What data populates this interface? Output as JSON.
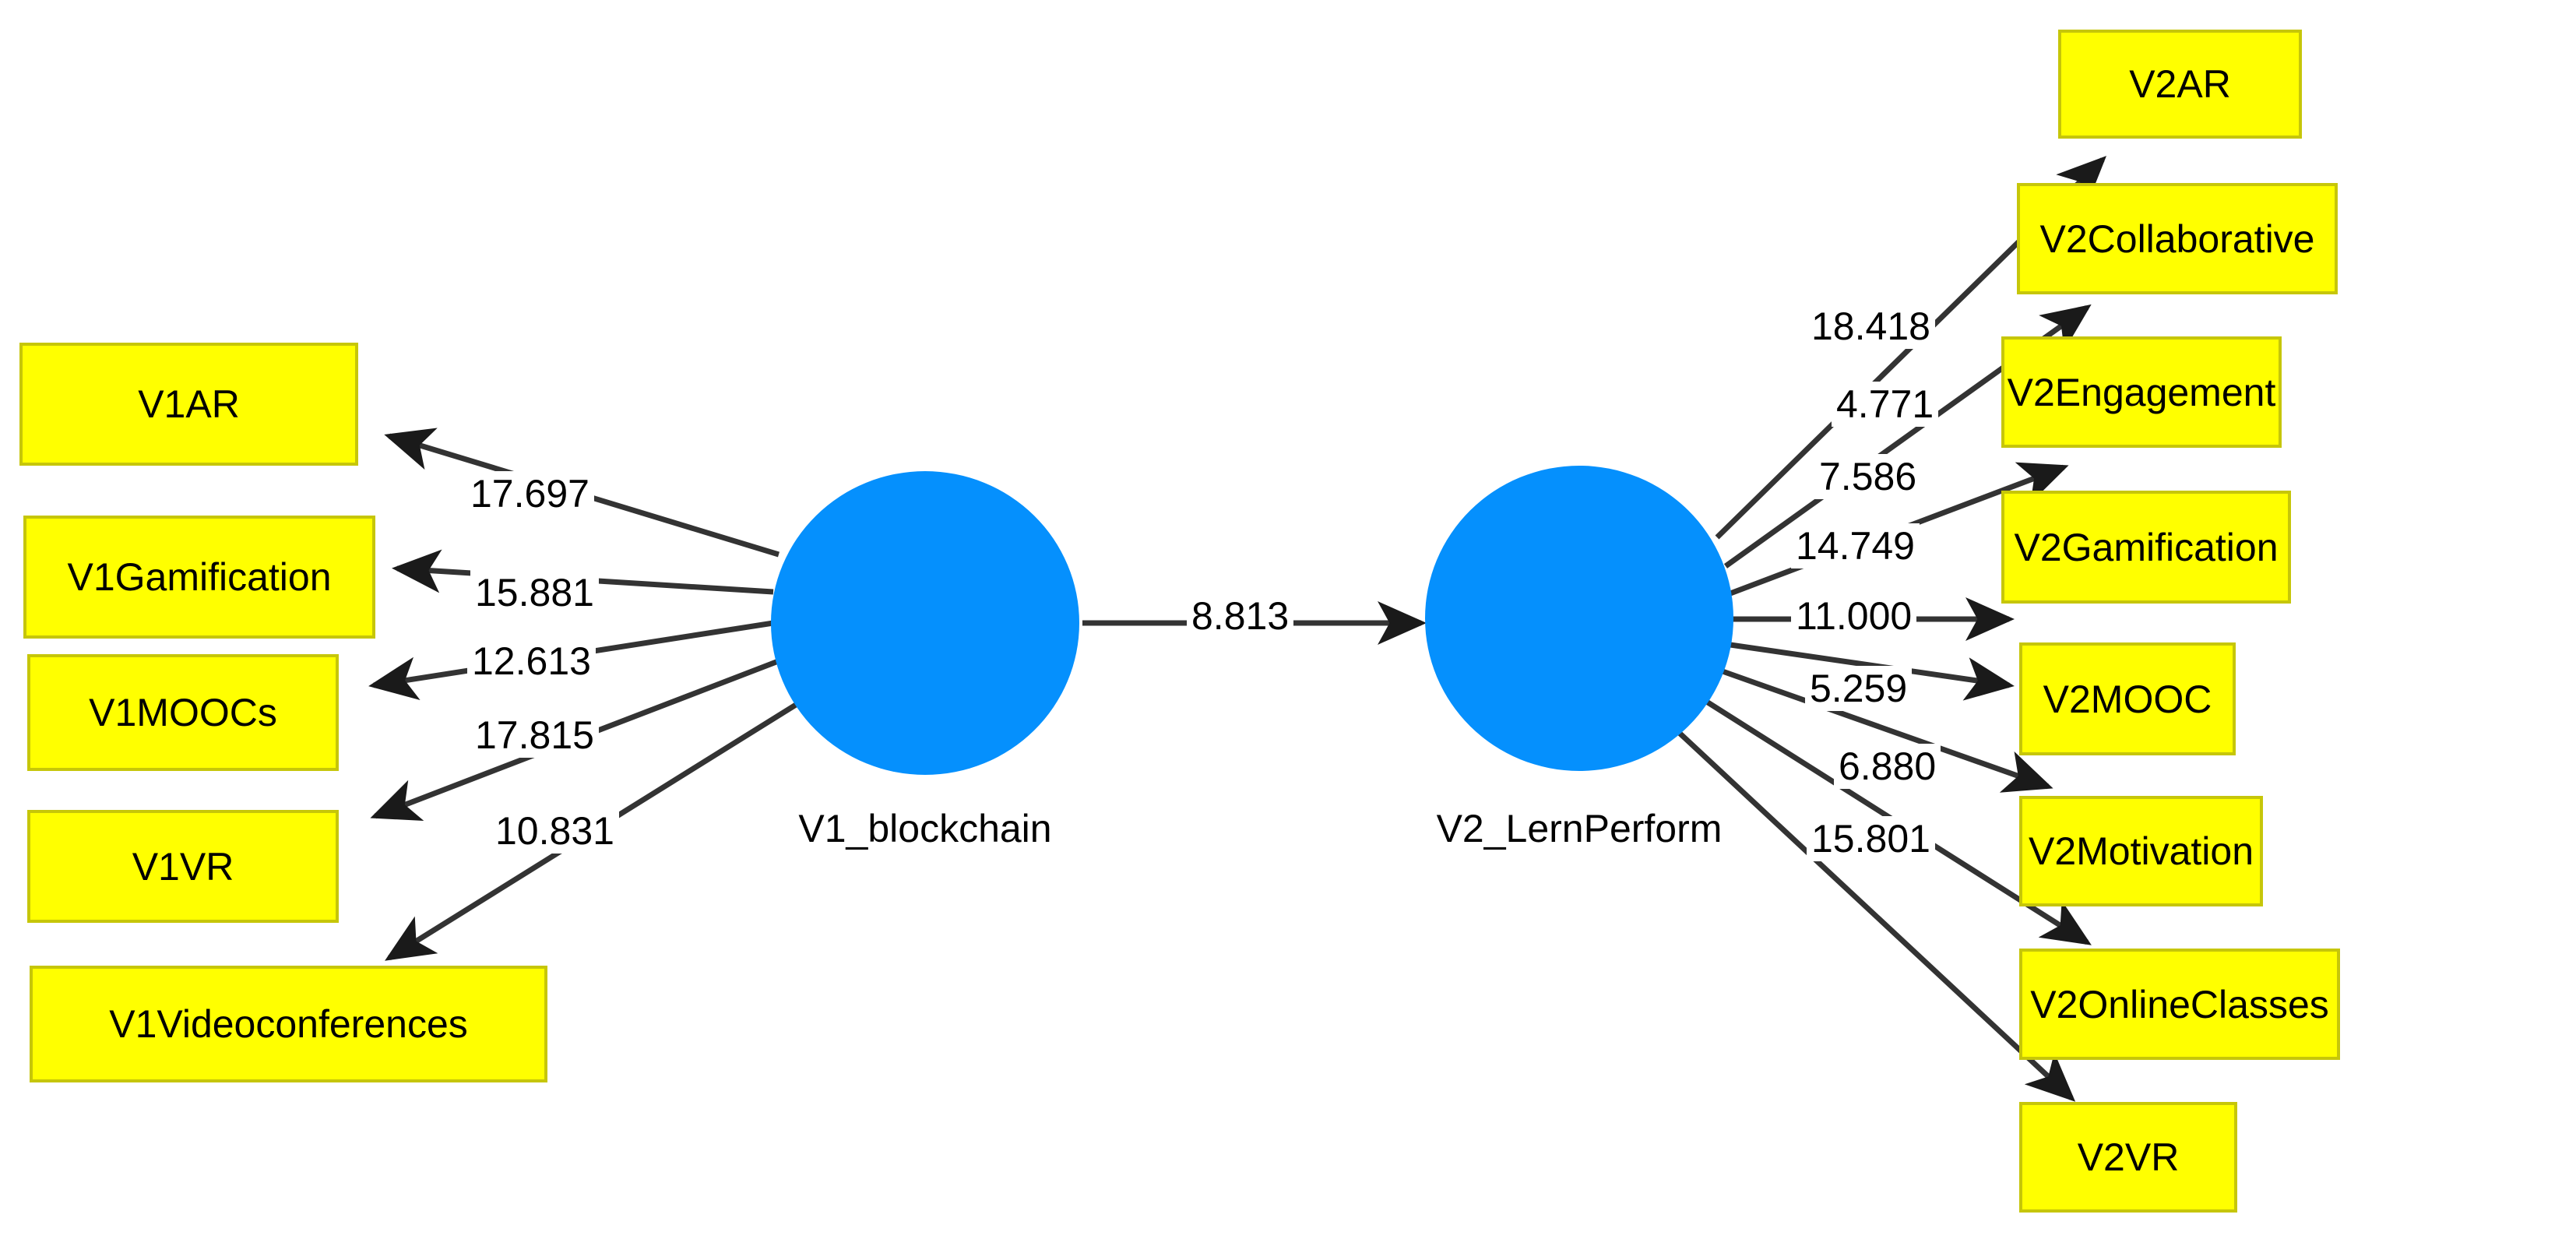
{
  "diagram": {
    "title": "Structural equation model path diagram",
    "colors": {
      "indicator_fill": "#FFFF00",
      "indicator_border": "#C6C609",
      "latent_fill": "#0590FD",
      "edge_stroke": "#333333",
      "text": "#000000",
      "background": "#FFFFFF"
    },
    "latents": [
      {
        "id": "v1",
        "label": "V1_blockchain"
      },
      {
        "id": "v2",
        "label": "V2_LernPerform"
      }
    ],
    "left_indicators": [
      {
        "id": "v1ar",
        "label": "V1AR"
      },
      {
        "id": "v1gam",
        "label": "V1Gamification"
      },
      {
        "id": "v1mooc",
        "label": "V1MOOCs"
      },
      {
        "id": "v1vr",
        "label": "V1VR"
      },
      {
        "id": "v1video",
        "label": "V1Videoconferences"
      }
    ],
    "right_indicators": [
      {
        "id": "v2ar",
        "label": "V2AR"
      },
      {
        "id": "v2collab",
        "label": "V2Collaborative"
      },
      {
        "id": "v2engage",
        "label": "V2Engagement"
      },
      {
        "id": "v2gam",
        "label": "V2Gamification"
      },
      {
        "id": "v2mooc",
        "label": "V2MOOC"
      },
      {
        "id": "v2motiv",
        "label": "V2Motivation"
      },
      {
        "id": "v2online",
        "label": "V2OnlineClasses"
      },
      {
        "id": "v2vr",
        "label": "V2VR"
      }
    ],
    "left_loadings": [
      {
        "target": "V1AR",
        "value": "17.697"
      },
      {
        "target": "V1Gamification",
        "value": "15.881"
      },
      {
        "target": "V1MOOCs",
        "value": "12.613"
      },
      {
        "target": "V1VR",
        "value": "17.815"
      },
      {
        "target": "V1Videoconferences",
        "value": "10.831"
      }
    ],
    "structural_path": {
      "from": "V1_blockchain",
      "to": "V2_LernPerform",
      "value": "8.813"
    },
    "right_loadings": [
      {
        "target": "V2AR",
        "value": "18.418"
      },
      {
        "target": "V2Collaborative",
        "value": "4.771"
      },
      {
        "target": "V2Engagement",
        "value": "7.586"
      },
      {
        "target": "V2Gamification",
        "value": "14.749"
      },
      {
        "target": "V2MOOC",
        "value": "11.000"
      },
      {
        "target": "V2Motivation",
        "value": "5.259"
      },
      {
        "target": "V2OnlineClasses",
        "value": "6.880"
      },
      {
        "target": "V2VR",
        "value": "15.801"
      }
    ]
  }
}
